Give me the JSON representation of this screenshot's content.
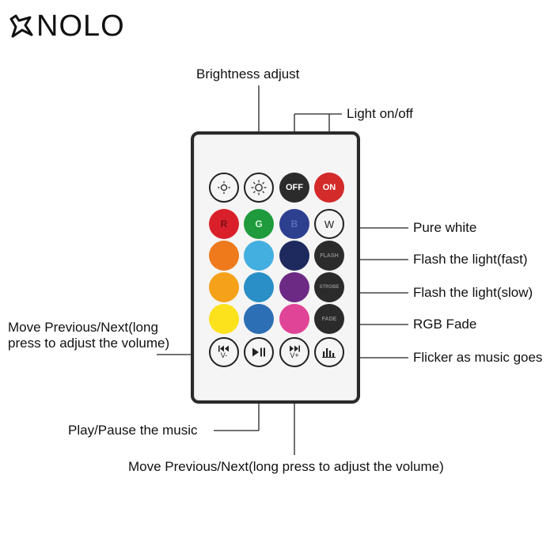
{
  "brand": {
    "name": "NOLO"
  },
  "labels": {
    "brightness": "Brightness adjust",
    "light_onoff": "Light on/off",
    "pure_white": "Pure white",
    "flash_fast": "Flash the light(fast)",
    "flash_slow": "Flash the light(slow)",
    "rgb_fade": "RGB Fade",
    "flicker": "Flicker as music goes",
    "move_prev_next_left": "Move Previous/Next(long press to adjust the volume)",
    "play_pause": "Play/Pause the music",
    "move_prev_next_bottom": "Move Previous/Next(long press to adjust the volume)"
  },
  "remote": {
    "off_label": "OFF",
    "on_label": "ON",
    "r_label": "R",
    "g_label": "G",
    "b_label": "B",
    "w_label": "W",
    "flash_label": "FLASH",
    "strobe_label": "STROBE",
    "fade_label": "FADE",
    "vol_down_label": "V-",
    "vol_up_label": "V+"
  },
  "colors": {
    "red": "#d9202a",
    "green": "#1f9a3c",
    "blue": "#2d3f8f",
    "orange": "#ee7a1c",
    "sky": "#43aee0",
    "navy": "#1e2a5e",
    "amber": "#f5a21a",
    "teal": "#2a8fc7",
    "purple": "#6d2a85",
    "yellow": "#fbe21c",
    "steel": "#2d6fb5",
    "pink": "#e04497",
    "dark": "#2b2b2b",
    "on_red": "#d32a2a"
  }
}
